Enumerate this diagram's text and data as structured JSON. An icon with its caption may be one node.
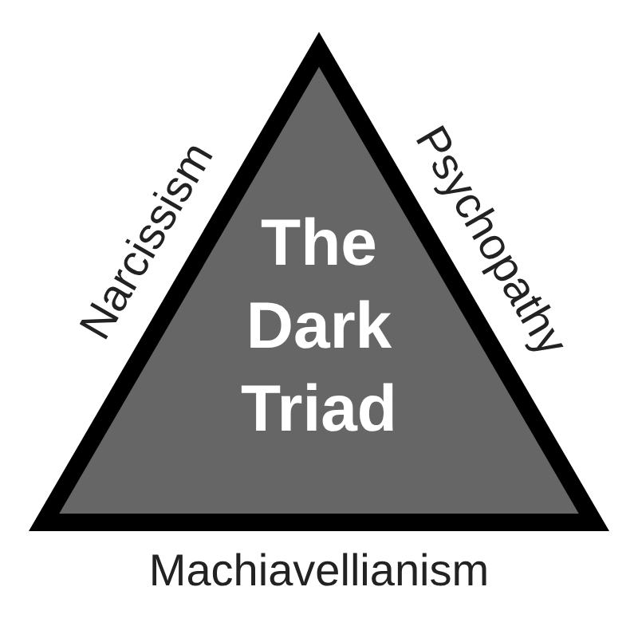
{
  "diagram": {
    "nodes": [
      {
        "text": [
          "The Dark Triad"
        ],
        "beside": [
          "Narcissism",
          "Psychopathy",
          "Machiavellianism"
        ]
      }
    ]
  }
}
